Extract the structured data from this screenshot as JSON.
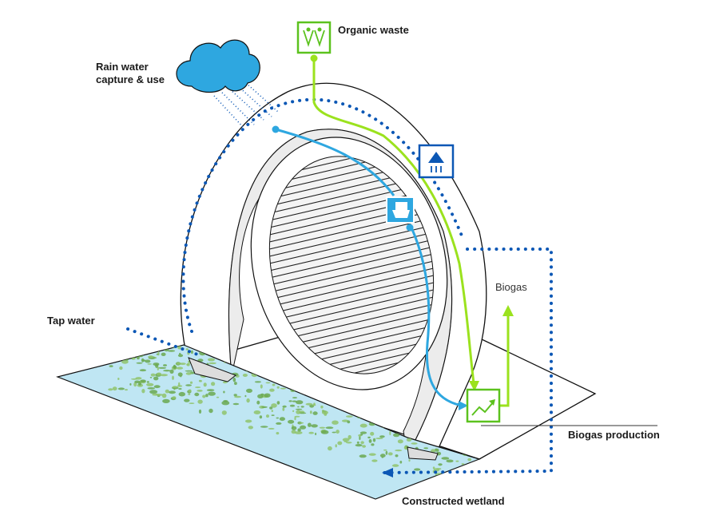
{
  "labels": {
    "rain_water": "Rain water\ncapture & use",
    "organic_waste": "Organic waste",
    "tap_water": "Tap water",
    "biogas": "Biogas",
    "biogas_production": "Biogas production",
    "constructed_wetland": "Constructed wetland"
  },
  "colors": {
    "water_blue": "#2ea7e0",
    "dotted_blue": "#0b57b5",
    "organic_green": "#9be21e",
    "icon_green": "#5cc21e",
    "wetland_water": "#bfe6f3",
    "vegetation": "#6aa84f",
    "structure_fill": "#eeeeee",
    "outline": "#111111"
  },
  "icons": [
    "cloud-icon",
    "organic-waste-icon",
    "shower-icon",
    "toilet-icon",
    "biogas-digester-icon"
  ]
}
